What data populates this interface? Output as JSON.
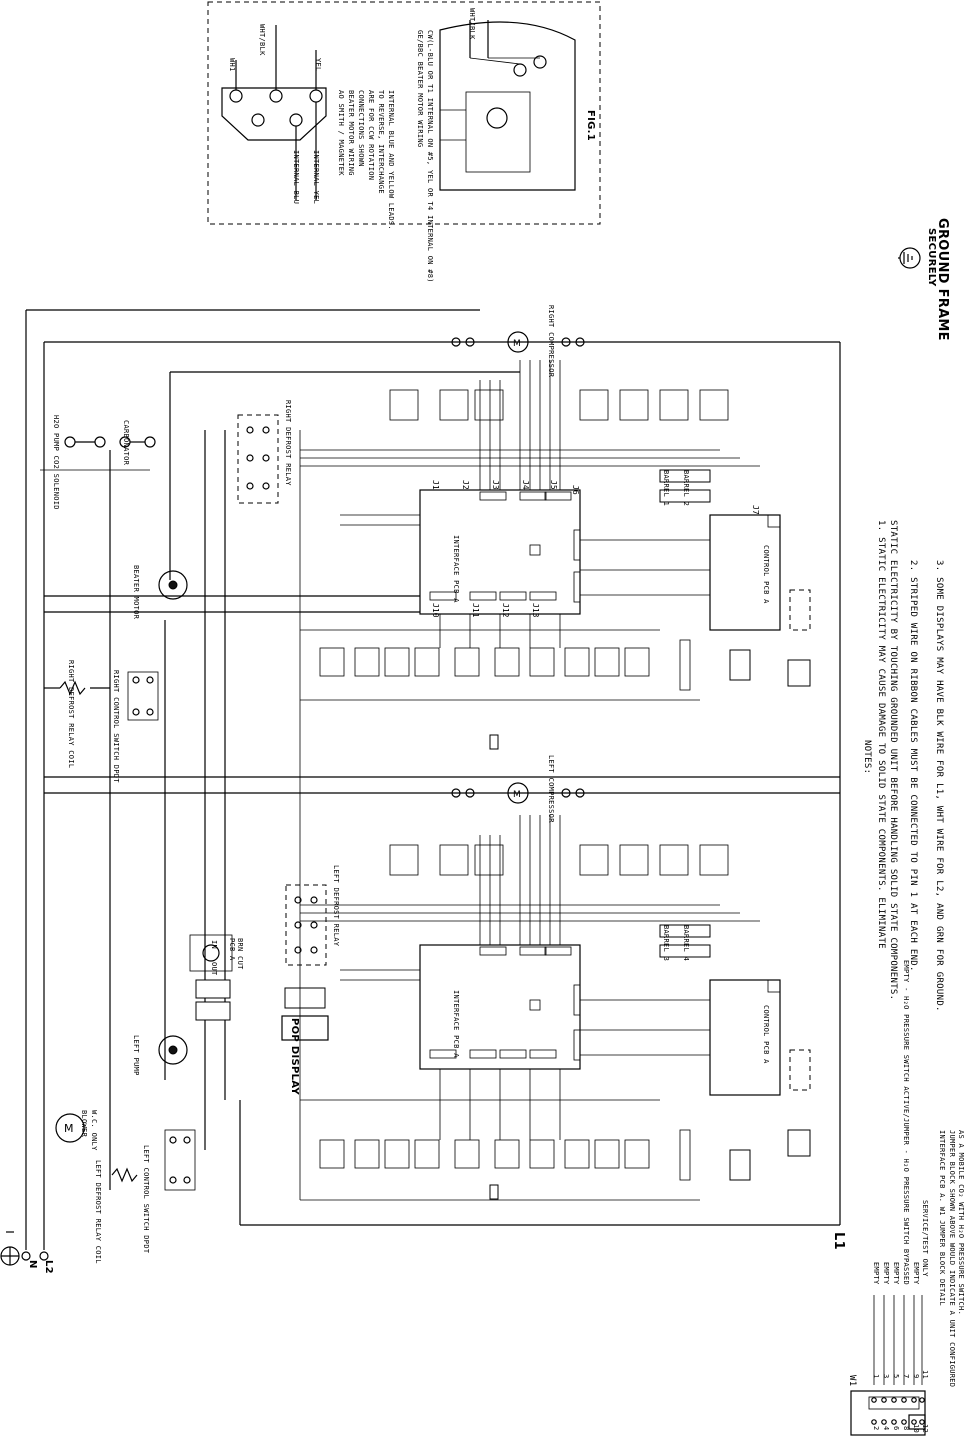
{
  "notes": {
    "heading": "NOTES:",
    "note1": "1. STATIC ELECTRICITY MAY CAUSE DAMAGE TO SOLID STATE COMPONENTS. ELIMINATE",
    "note1b": "STATIC ELECTRICITY BY TOUCHING GROUNDED UNIT BEFORE HANDLING SOLID STATE COMPONENTS.",
    "note2": "2. STRIPED WIRE ON RIBBON CABLES MUST BE CONNECTED TO PIN 1 AT EACH END.",
    "note3": "3. SOME DISPLAYS MAY HAVE BLK WIRE FOR L1, WHT WIRE FOR L2, AND GRN FOR GROUND."
  },
  "ground": {
    "line1": "GROUND FRAME",
    "line2": "SECURELY"
  },
  "jumper_block": {
    "label": "W1",
    "left_pins": [
      "2",
      "4",
      "6",
      "8",
      "10",
      "12"
    ],
    "right_pins": [
      "1",
      "3",
      "5",
      "7",
      "9",
      "11"
    ],
    "entries": [
      "EMPTY",
      "EMPTY",
      "EMPTY",
      "EMPTY",
      "EMPTY",
      "SERVICE/TEST ONLY"
    ],
    "entry4_suffix": " - H₂O PRESSURE SWITCH ACTIVE/JUMPER - H₂O PRESSURE SWITCH BYPASSED",
    "caption": "INTERFACE PCB A. W1 JUMPER BLOCK DETAIL",
    "fineprint1": "JUMPER BLOCK SHOWN ABOVE WOULD INDICATE A UNIT CONFIGURED",
    "fineprint2": "AS A MOBILE CO₂ WITH H₂O PRESSURE SWITCH."
  },
  "inset": {
    "fig_label": "FIG.1",
    "motor_note_1": "AO SMITH / MAGNETEK",
    "motor_note_2": "BEATER MOTOR WIRING",
    "motor_note_3": "CONNECTIONS SHOWN",
    "motor_note_4": "ARE FOR CCW ROTATION",
    "motor_note_5": "TO REVERSE, INTERCHANGE",
    "motor_note_6": "INTERNAL BLUE AND YELLOW LEADS.",
    "internal_blu": "INTERNAL BLU",
    "internal_yel": "INTERNAL YEL",
    "ge_note_1": "GE/BBC BEATER MOTOR WIRING",
    "ge_note_2": "CW(L-BLU OR T1 INTERNAL ON #5, YEL OR T4 INTERNAL ON #8)",
    "wht_blk": "WHT/BLK",
    "wht_blk_2": "WHT/BLK",
    "yel": "YEL",
    "wh1": "WH1"
  },
  "power": {
    "l1": "L1",
    "l2": "L2",
    "n": "N"
  },
  "components": {
    "blower": "BLOWER",
    "blower_wc": "W.C. ONLY",
    "left_defrost_coil": "LEFT DEFROST RELAY COIL",
    "right_defrost_coil": "RIGHT DEFROST RELAY COIL",
    "left_control_switch": "LEFT CONTROL SWITCH DPDT",
    "right_control_switch": "RIGHT CONTROL SWITCH DPDT",
    "left_pump": "LEFT PUMP",
    "right_pump": "BEATER MOTOR",
    "pop_display": "POP DISPLAY",
    "bin_cut": "BRN CUT",
    "pcb_a": "PCB A",
    "in_label": "IN",
    "out_label": "OUT",
    "left_defrost_relay": "LEFT DEFROST RELAY",
    "right_defrost_relay": "RIGHT DEFROST RELAY",
    "h2o_solenoid": "H2O PUMP CO2 SOLENOID",
    "carbonator": "CARBONATOR",
    "interface_pcb_a_top": "INTERFACE PCB A",
    "interface_pcb_a_bottom": "INTERFACE PCB A",
    "control_pcb_a_top": "CONTROL PCB A",
    "control_pcb_a_bottom": "CONTROL PCB A",
    "right_compressor": "RIGHT COMPRESSOR",
    "left_compressor": "LEFT COMPRESSOR",
    "barrel_1": "BARREL 1",
    "barrel_2": "BARREL 2",
    "barrel_3": "BARREL 3",
    "barrel_4": "BARREL 4"
  },
  "connectors": [
    "J1",
    "J2",
    "J3",
    "J4",
    "J5",
    "J6",
    "J7",
    "J10",
    "J11",
    "J12",
    "J13"
  ]
}
